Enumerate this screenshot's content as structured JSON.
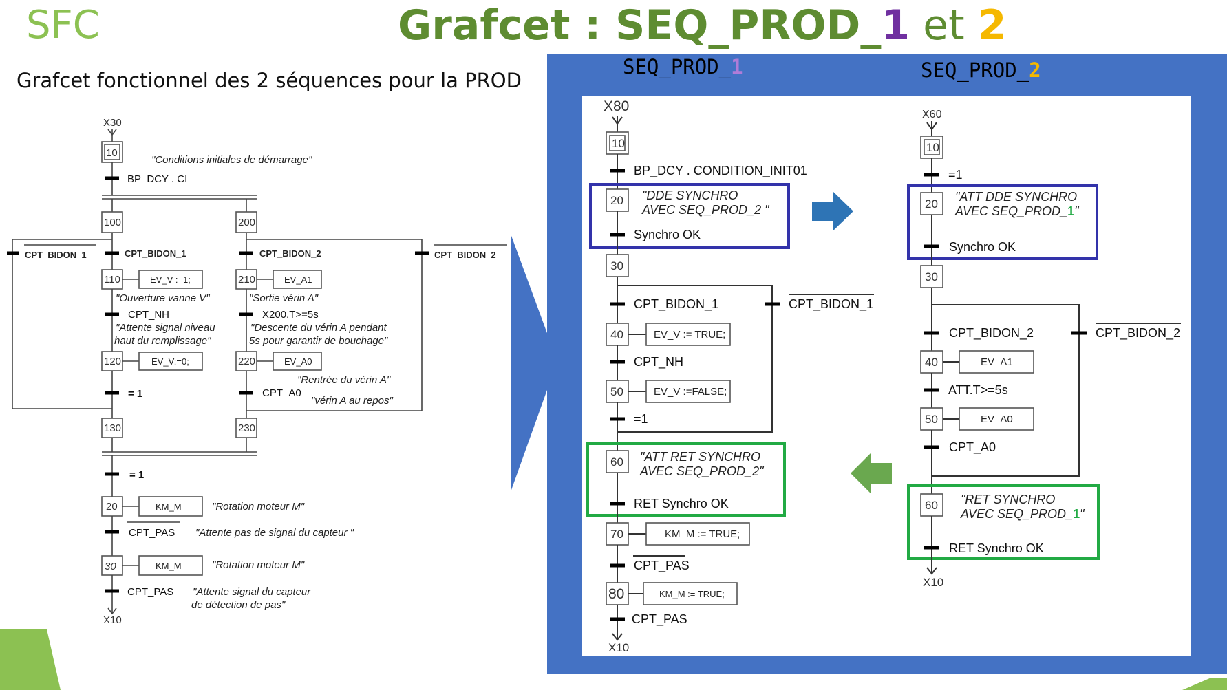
{
  "title": {
    "sfc": "SFC",
    "main": "Grafcet : SEQ_PROD_",
    "num1": "1",
    "et": " et ",
    "num2": "2"
  },
  "subtitle": "Grafcet fonctionnel des 2 séquences pour la PROD",
  "colors": {
    "green": "#8cc152",
    "title_green": "#5e8c31",
    "purple": "#7030a0",
    "gold": "#f5b800",
    "blue_panel": "#4472c4",
    "box_blue": "#3333aa",
    "box_green": "#22aa44"
  },
  "functional": {
    "init_label": "X30",
    "step10": "10",
    "comment10": "\"Conditions initiales de démarrage\"",
    "trans10": "BP_DCY . CI",
    "step100": "100",
    "step200": "200",
    "left_not_bidon1": "CPT_BIDON_1",
    "left_bidon1": "CPT_BIDON_1",
    "right_bidon2": "CPT_BIDON_2",
    "right_not_bidon2": "CPT_BIDON_2",
    "step110": "110",
    "action110": "EV_V :=1;",
    "comment110": "\"Ouverture vanne V\"",
    "trans110": "CPT_NH",
    "comment_nh1": "\"Attente signal niveau",
    "comment_nh2": "haut du remplissage\"",
    "step120": "120",
    "action120": "EV_V:=0;",
    "trans120": "= 1",
    "step130": "130",
    "step210": "210",
    "action210": "EV_A1",
    "comment210": "\"Sortie vérin A\"",
    "trans210": "X200.T>=5s",
    "comment_desc1": "\"Descente du vérin A pendant",
    "comment_desc2": "5s pour garantir de bouchage\"",
    "step220": "220",
    "action220": "EV_A0",
    "comment220": "\"Rentrée du vérin A\"",
    "trans220": "CPT_A0",
    "comment_repos": "\"vérin A au repos\"",
    "step230": "230",
    "trans_join": "= 1",
    "step20": "20",
    "action20": "KM_M",
    "comment20": "\"Rotation moteur M\"",
    "trans20": "CPT_PAS",
    "comment_t20": "\"Attente pas de signal du capteur \"",
    "step30": "30",
    "action30": "KM_M",
    "comment30": "\"Rotation moteur M\"",
    "trans30": "CPT_PAS",
    "comment_t30a": "\"Attente signal du capteur",
    "comment_t30b": "de détection de pas\"",
    "end_label": "X10"
  },
  "seq1": {
    "header": "SEQ_PROD_",
    "header_num": "1",
    "init_label": "X80",
    "step10": "10",
    "trans10": "BP_DCY . CONDITION_INIT01",
    "step20": "20",
    "comment20a": "\"DDE SYNCHRO",
    "comment20b": "AVEC SEQ_PROD_2 \"",
    "trans20": "Synchro OK",
    "step30": "30",
    "trans_bidon": "CPT_BIDON_1",
    "trans_not_bidon": "CPT_BIDON_1",
    "step40": "40",
    "action40": "EV_V := TRUE;",
    "trans40": "CPT_NH",
    "step50": "50",
    "action50": "EV_V :=FALSE;",
    "trans50": "=1",
    "step60": "60",
    "comment60a": "\"ATT RET SYNCHRO",
    "comment60b": "AVEC SEQ_PROD_2\"",
    "trans60": "RET Synchro OK",
    "step70": "70",
    "action70": "KM_M := TRUE;",
    "trans70": "CPT_PAS",
    "step80": "80",
    "action80": "KM_M := TRUE;",
    "trans80": "CPT_PAS",
    "end_label": "X10"
  },
  "seq2": {
    "header": "SEQ_PROD_",
    "header_num": "2",
    "init_label": "X60",
    "step10": "10",
    "trans10": "=1",
    "step20": "20",
    "comment20a": "\"ATT DDE SYNCHRO",
    "comment20b": "AVEC SEQ_PROD_",
    "comment20b_num": "1",
    "trans20": "Synchro OK",
    "step30": "30",
    "trans_bidon": "CPT_BIDON_2",
    "trans_not_bidon": "CPT_BIDON_2",
    "step40": "40",
    "action40": "EV_A1",
    "trans40": "ATT.T>=5s",
    "step50": "50",
    "action50": "EV_A0",
    "trans50": "CPT_A0",
    "step60": "60",
    "comment60a": "\"RET SYNCHRO",
    "comment60b": "AVEC SEQ_PROD_",
    "comment60b_num": "1",
    "trans60": "RET Synchro OK",
    "end_label": "X10"
  },
  "icons": {
    "right_arrow": "blue-right-arrow-icon",
    "left_arrow": "green-left-arrow-icon",
    "chevron": "blue-chevron-icon"
  }
}
